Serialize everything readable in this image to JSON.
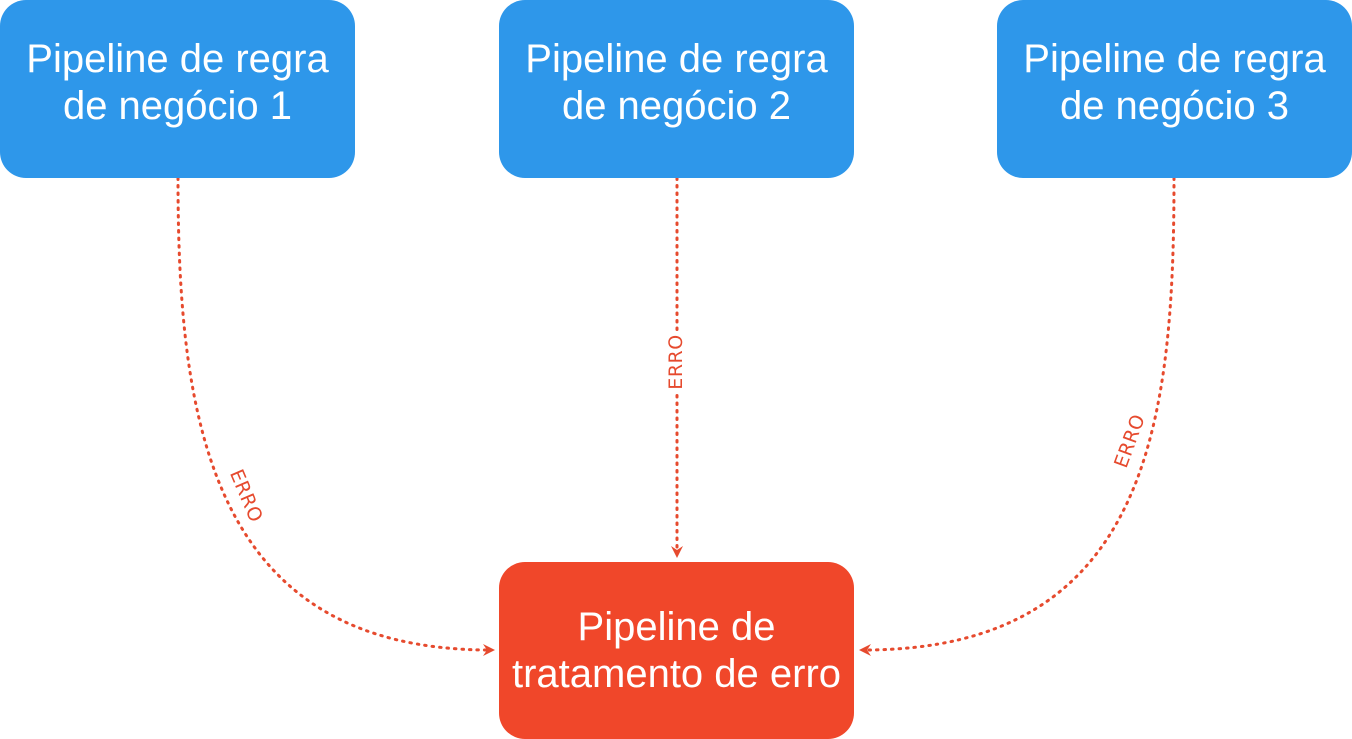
{
  "nodes": {
    "pipeline_1": {
      "label": "Pipeline de regra de negócio 1"
    },
    "pipeline_2": {
      "label": "Pipeline de regra de negócio 2"
    },
    "pipeline_3": {
      "label": "Pipeline de regra de negócio 3"
    },
    "error_pipeline": {
      "label": "Pipeline de tratamento de erro"
    }
  },
  "edges": {
    "pipeline_1_to_error": {
      "label": "ERRO"
    },
    "pipeline_2_to_error": {
      "label": "ERRO"
    },
    "pipeline_3_to_error": {
      "label": "ERRO"
    }
  },
  "colors": {
    "business_node": "#2e97ea",
    "error_node": "#f0472a",
    "error_edge": "#e64a2e"
  }
}
